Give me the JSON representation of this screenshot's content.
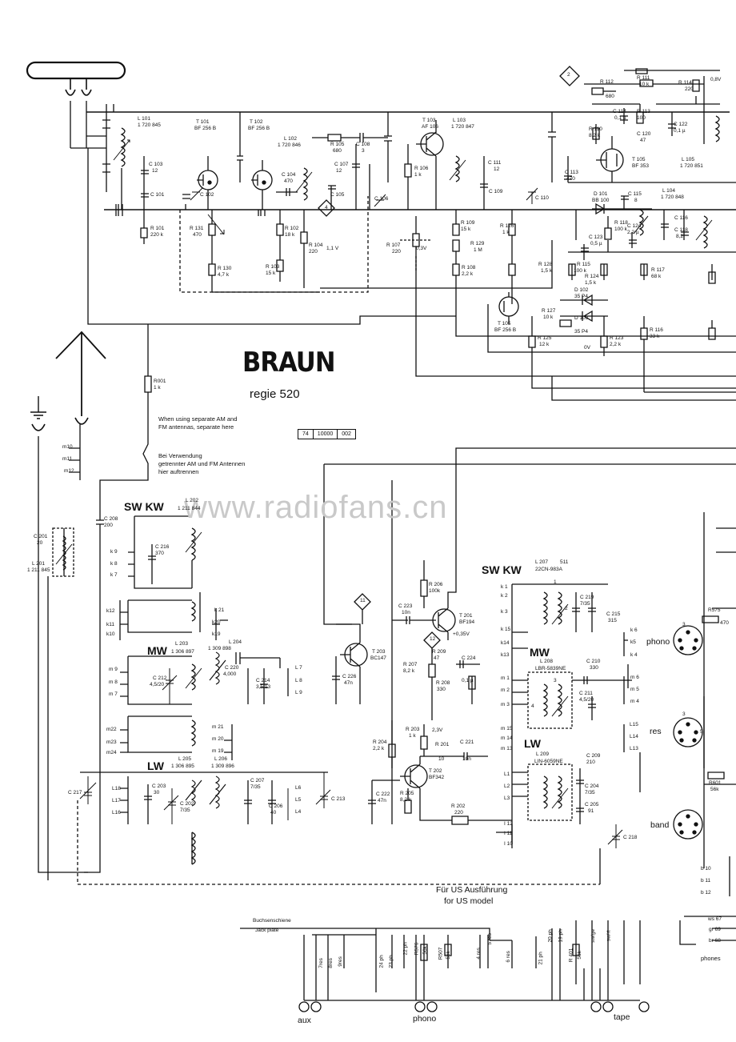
{
  "brand": "BRAUN",
  "model": "regie 520",
  "watermark": "www.radiofans.cn",
  "stamp": [
    "74",
    "10000",
    "002"
  ],
  "notes": {
    "en1": "When using separate AM and",
    "en2": "FM antennas, separate here",
    "de1": "Bei Verwendung",
    "de2": "getrennter AM und FM Antennen",
    "de3": "hier auftrennen",
    "us_de": "Für US Ausführung",
    "us_en": "for US model",
    "jack_de": "Buchsenschiene",
    "jack_en": "Jack plate"
  },
  "bands": {
    "sw_kw": "SW KW",
    "mw": "MW",
    "lw": "LW"
  },
  "labels": {
    "l101": "L 101",
    "l101v": "1 720 845",
    "t101": "T 101",
    "t101v": "BF 256 B",
    "t102": "T 102",
    "t102v": "BF 256 B",
    "l102": "L 102",
    "l102v": "1 720 846",
    "r105": "R 105",
    "r105v": "680",
    "c108": "C 108",
    "c108v": "3",
    "t103": "T 103",
    "t103v": "AF 106",
    "l103": "L 103",
    "l103v": "1 720 847",
    "r112": "R 112",
    "r112v": "680",
    "r111": "R 111",
    "r111v": "10 k",
    "r114": "R 114",
    "r114v": "220",
    "v08": "0,8V",
    "c103": "C 103",
    "c103v": "12",
    "c101": "C 101",
    "c102": "C 102",
    "c104": "C 104",
    "c104v": "470",
    "c107": "C 107",
    "c107v": "12",
    "r106": "R 106",
    "r106v": "1 k",
    "c111": "C 111",
    "c111v": "12",
    "c114": "C 114",
    "c114v": "0,1 µ",
    "r113": "R 113",
    "r113v": "100",
    "c122": "C 122",
    "c122v": "0,1 µ",
    "r110": "R 110",
    "r110v": "8,2 k",
    "c120": "C 120",
    "c120v": "47",
    "t105": "T 105",
    "t105v": "BF 353",
    "l105": "L 105",
    "l105v": "1 720 851",
    "c113": "C 113",
    "c113v": "470",
    "d101": "D 101",
    "d101v": "BB 100",
    "c115": "C 115",
    "c115v": "8",
    "l104": "L 104",
    "l104v": "1 720 848",
    "c105": "C 105",
    "c106": "C 106",
    "c109": "C 109",
    "c110": "C 110",
    "r101": "R 101",
    "r101v": "220 k",
    "r131": "R 131",
    "r131v": "470",
    "r102": "R 102",
    "r102v": "18 k",
    "r104": "R 104",
    "r104v": "220",
    "v11": "1,1 V",
    "r107": "R 107",
    "r107v": "220",
    "v03": "0,3V",
    "r109": "R 109",
    "r109v": "15 k",
    "r129": "R 129",
    "r129v": "1 M",
    "r126": "R 126",
    "r126v": "1 k",
    "r118": "R 118",
    "r118v": "100 k",
    "c124": "C 124",
    "c124v": "2,2 µ",
    "c116": "C 116",
    "c118": "C 118",
    "c118v": "8,2",
    "c123": "C 123",
    "c123v": "0,5 µ",
    "r130": "R 130",
    "r130v": "4,7 k",
    "r103": "R 103",
    "r103v": "15 k",
    "r108": "R 108",
    "r108v": "2,2 k",
    "r128": "R 128",
    "r128v": "1,5 k",
    "r115": "R 115",
    "r115v": "100 k",
    "r124": "R 124",
    "r124v": "1,5 k",
    "r117": "R 117",
    "r117v": "68 k",
    "d102": "D 102",
    "d102v": "35 P4",
    "d103": "D 103",
    "d103v": "35 P4",
    "t105b": "T 105",
    "t105bv": "BF 256 B",
    "r127": "R 127",
    "r127v": "10 k",
    "r125": "R 125",
    "r125v": "12 k",
    "r123": "R 123",
    "r123v": "2,2 k",
    "r116": "R 116",
    "r116v": "33 k",
    "v0": "0V",
    "r001": "R001",
    "r001v": "1 k",
    "m10": "m10",
    "m11": "m11",
    "m12": "m12",
    "c201": "C 201",
    "c201v": "20",
    "l201": "L 201",
    "l201v": "1 211 845",
    "c208": "C 208",
    "c208v": "200",
    "l202": "L 202",
    "l202v": "1 211 844",
    "c216": "C 216",
    "c216v": "370",
    "k9": "k 9",
    "k8": "k 8",
    "k7": "k 7",
    "k12": "k12",
    "k11": "k11",
    "k10": "k10",
    "k21": "k 21",
    "k20": "k20",
    "k19": "k19",
    "l203": "L 203",
    "l203v": "1 306 897",
    "l204": "L 204",
    "l204v": "1 309 898",
    "c220": "C 220",
    "c220v": "4,000",
    "c214": "C 214",
    "c214v": "3,5/13",
    "c212": "C 212",
    "c212v": "4,5/20",
    "m9": "m 9",
    "m8": "m 8",
    "m7": "m 7",
    "l7": "L 7",
    "l8": "L 8",
    "l9": "L 9",
    "m22": "m22",
    "m23": "m23",
    "m24": "m24",
    "m21": "m 21",
    "m20": "m 20",
    "m19": "m 19",
    "l205": "L 205",
    "l205v": "1 306 895",
    "l206": "L 206",
    "l206v": "1 309 896",
    "c203": "C 203",
    "c203v": "30",
    "c202": "C 202",
    "c202v": "7/35",
    "c207": "C 207",
    "c207v": "7/35",
    "c206": "C 206",
    "c206v": "40",
    "c217": "C 217",
    "c213": "C 213",
    "l18": "L18",
    "l17": "L17",
    "l16": "L16",
    "l6": "L6",
    "l5": "L5",
    "l4": "L4",
    "c226": "C 226",
    "c226v": "47n",
    "t203": "T 203",
    "t203v": "BC147",
    "r206": "R 206",
    "r206v": "100k",
    "c223": "C 223",
    "c223v": "10n",
    "t201": "T 201",
    "t201v": "BF194",
    "v035": "+0,35V",
    "r209": "R 209",
    "r209v": "47",
    "c224": "C 224",
    "c224v": "0,1 µ",
    "r207": "R 207",
    "r207v": "8,2 k",
    "r208": "R 208",
    "r208v": "330",
    "r203": "R 203",
    "r203v": "1 k",
    "v23": "2,3V",
    "r204": "R 204",
    "r204v": "2,2 k",
    "r201": "R 201",
    "r201v": "10",
    "c221": "C 221",
    "c221v": "10n",
    "t202": "T 202",
    "t202v": "BF342",
    "c222": "C 222",
    "c222v": "47n",
    "r205": "R 205",
    "r205v": "8,2 k",
    "r202": "R 202",
    "r202v": "220",
    "l207": "L 207",
    "l207n": "511",
    "l207v": "22CN-983A",
    "c219": "C 219",
    "c219v": "7/35",
    "c215": "C 215",
    "c215v": "315",
    "k1": "k 1",
    "k2": "k 2",
    "k3": "k 3",
    "k15": "k 15",
    "k14": "k14",
    "k13": "k13",
    "k6": "k 6",
    "k5": "k5",
    "k4": "k 4",
    "l208": "L 208",
    "l208v": "LBR-5839NE",
    "c210": "C 210",
    "c210v": "330",
    "c211": "C 211",
    "c211v": "4,5/20",
    "m1": "m 1",
    "m2": "m 2",
    "m3": "m 3",
    "m6": "m 6",
    "m5": "m 5",
    "m4": "m 4",
    "m15": "m 15",
    "m14": "m 14",
    "m13": "m 13",
    "l209": "L 209",
    "l209v": "LIN-6059NE",
    "c209": "C 209",
    "c209v": "210",
    "c204": "C 204",
    "c204v": "7/35",
    "c205": "C 205",
    "c205v": "91",
    "c218": "C 218",
    "l1": "L1",
    "l2": "L2",
    "l3": "L3",
    "l15": "L15",
    "l14": "L14",
    "l13": "L13",
    "i12": "I 12",
    "i11": "I 11",
    "i10": "I 10",
    "phono": "phono",
    "res": "res",
    "band": "band",
    "r575": "R575",
    "r575v": "470",
    "r601": "R601",
    "r601v": "56k",
    "b10": "b 10",
    "b11": "b 11",
    "b12": "b 12",
    "ws67": "ws 67",
    "gr69": "gr 69",
    "br68": "br 68",
    "phones": "phones",
    "aux": "aux",
    "phono_jack": "phono",
    "tape": "tape",
    "j7res": "7res",
    "j8res": "8res",
    "j9res": "9res",
    "j24ph": "24 ph",
    "j23ph": "23 ph",
    "j22ph": "22 ph",
    "r576": "R576",
    "r576v": "56k",
    "r507": "R507",
    "r507v": "56k",
    "j4res": "4 res",
    "j5res": "5 res",
    "j6res": "6 res",
    "j21ph": "21 ph",
    "j20ph": "20 ph",
    "j19ph": "19 ph",
    "r401": "R 401",
    "r401v": "56k",
    "swgelb": "sw/ge",
    "swrt": "sw/rt",
    "node2": "2",
    "node4": "4",
    "node11": "11",
    "node12": "12",
    "n1": "1",
    "n2": "2",
    "n3": "3",
    "n4": "4",
    "n5": "5"
  }
}
